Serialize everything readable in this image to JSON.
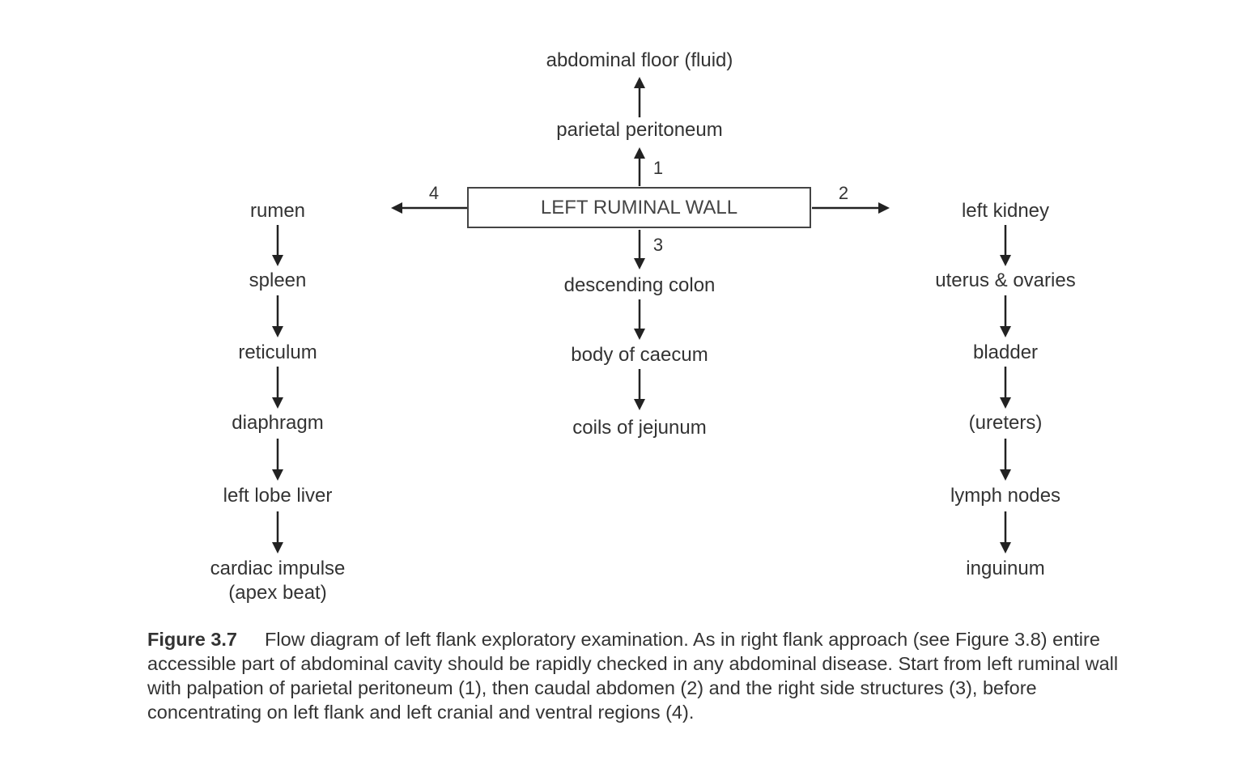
{
  "center": {
    "box": "LEFT RUMINAL WALL",
    "up": [
      "parietal peritoneum",
      "abdominal floor (fluid)"
    ],
    "down": [
      "descending colon",
      "body of caecum",
      "coils of jejunum"
    ]
  },
  "numbers": {
    "n1": "1",
    "n2": "2",
    "n3": "3",
    "n4": "4"
  },
  "left": [
    "rumen",
    "spleen",
    "reticulum",
    "diaphragm",
    "left lobe liver",
    "cardiac impulse",
    "(apex beat)"
  ],
  "right": [
    "left kidney",
    "uterus & ovaries",
    "bladder",
    "(ureters)",
    "lymph nodes",
    "inguinum"
  ],
  "caption": {
    "label": "Figure 3.7",
    "text": "Flow diagram of left flank exploratory examination. As in right flank approach (see Figure 3.8) entire accessible part of abdominal cavity should be rapidly checked in any abdominal disease. Start from left ruminal wall with palpation of parietal peritoneum (1), then caudal abdomen (2) and the right side structures (3), before concentrating on left flank and left cranial and ventral regions (4)."
  }
}
